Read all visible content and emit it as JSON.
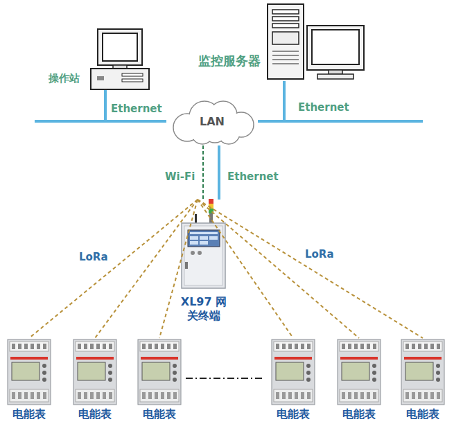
{
  "diagram": {
    "nodes": [
      {
        "text": [
          "操作站"
        ]
      },
      {
        "text": [
          "监控服务器"
        ]
      },
      {
        "text": [
          "LAN"
        ]
      },
      {
        "text": [
          "XL97 网关终端"
        ]
      },
      {
        "text": [
          "电能表"
        ]
      },
      {
        "text": [
          "电能表"
        ]
      },
      {
        "text": [
          "电能表"
        ]
      },
      {
        "text": [
          "电能表"
        ]
      },
      {
        "text": [
          "电能表"
        ]
      },
      {
        "text": [
          "电能表"
        ]
      }
    ],
    "edges": [
      {
        "from": 0,
        "to": 2,
        "arrow": "none",
        "label": "Ethernet"
      },
      {
        "from": 2,
        "to": 1,
        "arrow": "none",
        "label": "Ethernet"
      },
      {
        "from": 2,
        "to": 3,
        "arrow": "none",
        "label": "Wi-Fi"
      },
      {
        "from": 2,
        "to": 3,
        "arrow": "none",
        "label": "Ethernet"
      },
      {
        "from": 3,
        "to": 4,
        "arrow": "none",
        "label": "LoRa"
      },
      {
        "from": 3,
        "to": 5,
        "arrow": "none"
      },
      {
        "from": 3,
        "to": 6,
        "arrow": "none"
      },
      {
        "from": 3,
        "to": 7,
        "arrow": "none"
      },
      {
        "from": 3,
        "to": 8,
        "arrow": "none"
      },
      {
        "from": 3,
        "to": 9,
        "arrow": "none",
        "label": "LoRa"
      }
    ]
  }
}
